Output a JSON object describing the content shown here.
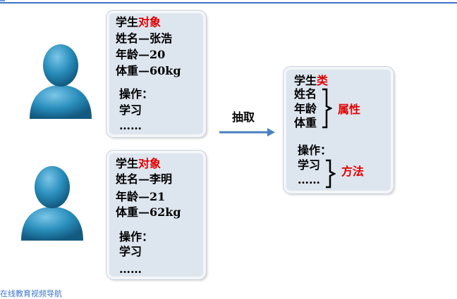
{
  "object_card_1": {
    "title_prefix": "学生",
    "title_suffix": "对象",
    "name": "姓名—张浩",
    "age": "年龄—20",
    "weight": "体重—60kg",
    "ops_label": "操作：",
    "op_study": "学习",
    "ellipsis": "……"
  },
  "object_card_2": {
    "title_prefix": "学生",
    "title_suffix": "对象",
    "name": "姓名—李明",
    "age": "年龄—21",
    "weight": "体重—62kg",
    "ops_label": "操作：",
    "op_study": "学习",
    "ellipsis": "……"
  },
  "arrow_label": "抽取",
  "class_card": {
    "title_prefix": "学生",
    "title_suffix": "类",
    "attr_name": "姓名",
    "attr_age": "年龄",
    "attr_weight": "体重",
    "attributes_label": "属性",
    "ops_label": "操作：",
    "op_study": "学习",
    "ellipsis": "……",
    "methods_label": "方法"
  },
  "footer_text": "在线教育视频导航",
  "colors": {
    "accent_red": "#e00000",
    "card_bg": "#dde5ee",
    "arrow": "#4a7fc1",
    "person": "#1f7fa8"
  }
}
